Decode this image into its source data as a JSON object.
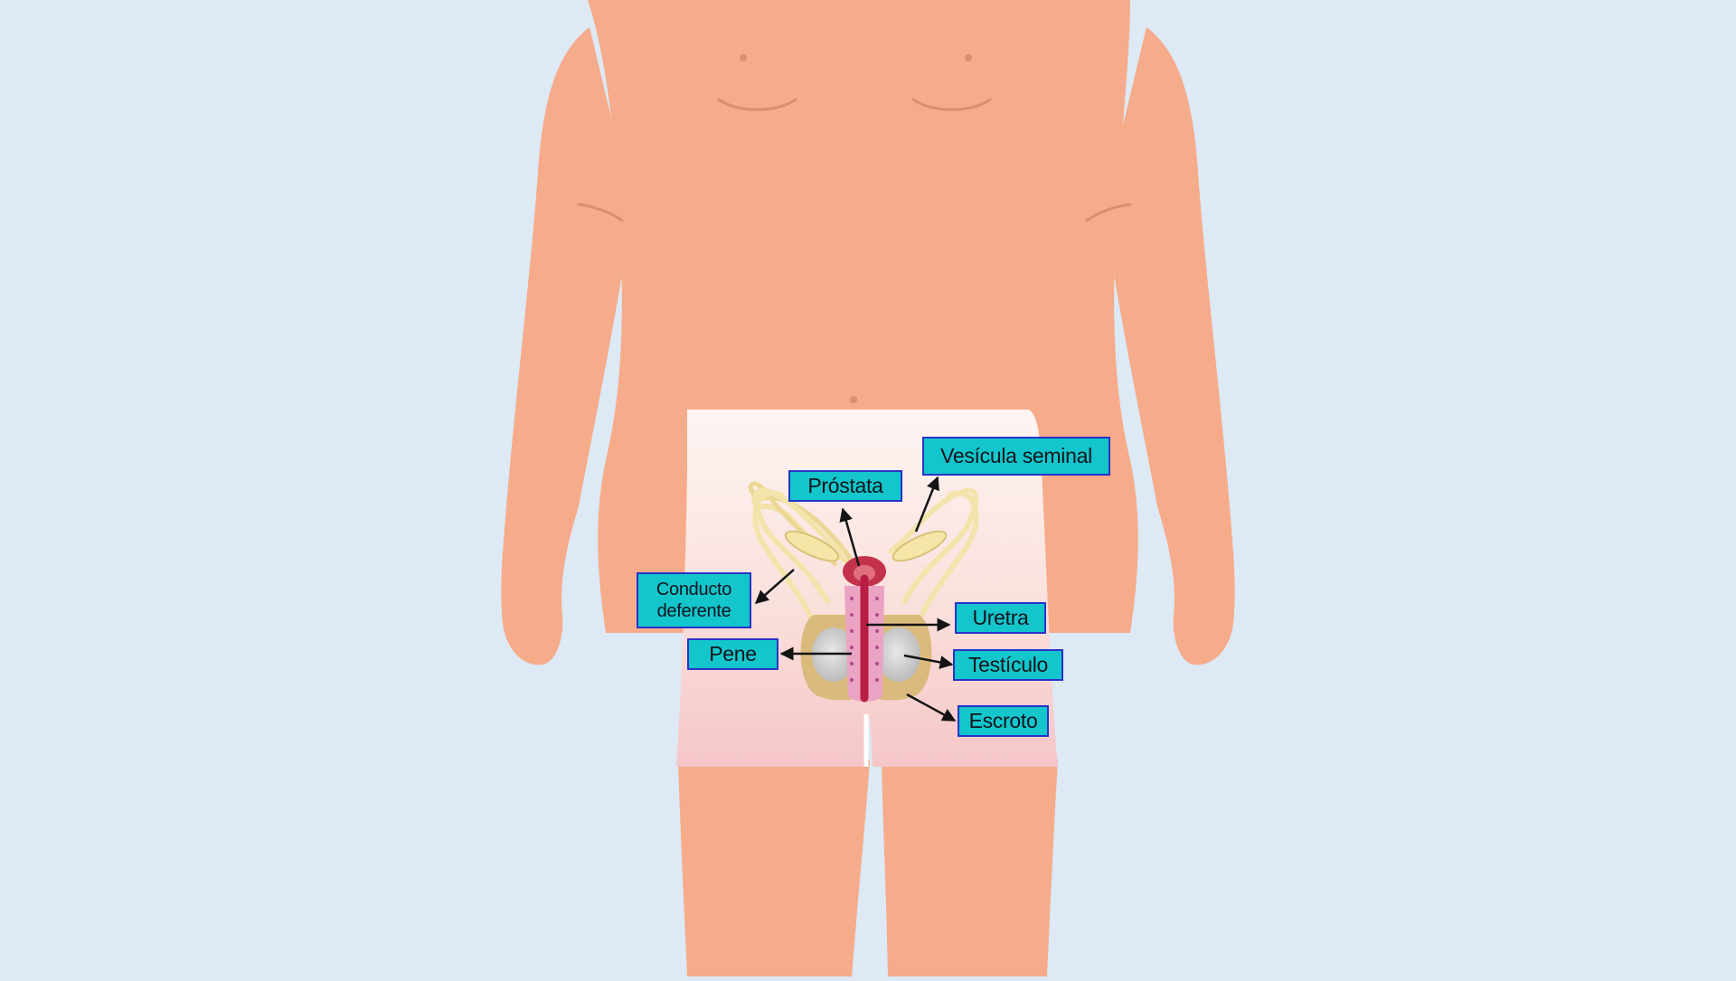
{
  "colors": {
    "background": "#dde9f5",
    "skin": "#f6ab8a",
    "skin_shadow": "#e89878",
    "panel_top": "#fdf4f1",
    "panel_bottom": "#f6c9c9",
    "label_fill": "#12c6cc",
    "label_border": "#2a32c8",
    "arrow": "#141414"
  },
  "labels": {
    "prostata": "Próstata",
    "vesicula": "Vesícula seminal",
    "conducto_1": "Conducto",
    "conducto_2": "deferente",
    "uretra": "Uretra",
    "pene": "Pene",
    "testiculo": "Testículo",
    "escroto": "Escroto"
  }
}
